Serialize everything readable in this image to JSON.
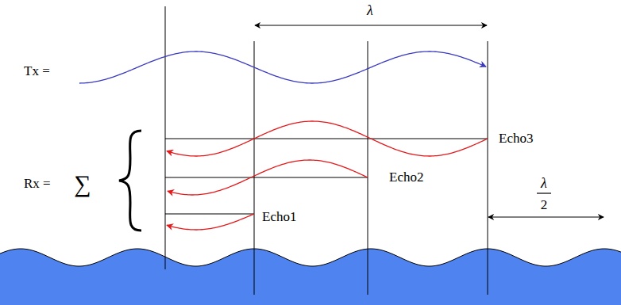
{
  "diagram": {
    "labels": [
      "λ",
      "Tx =",
      "Rx =",
      "∑",
      "Echo3",
      "Echo2",
      "Echo1",
      "λ",
      "2"
    ]
  }
}
